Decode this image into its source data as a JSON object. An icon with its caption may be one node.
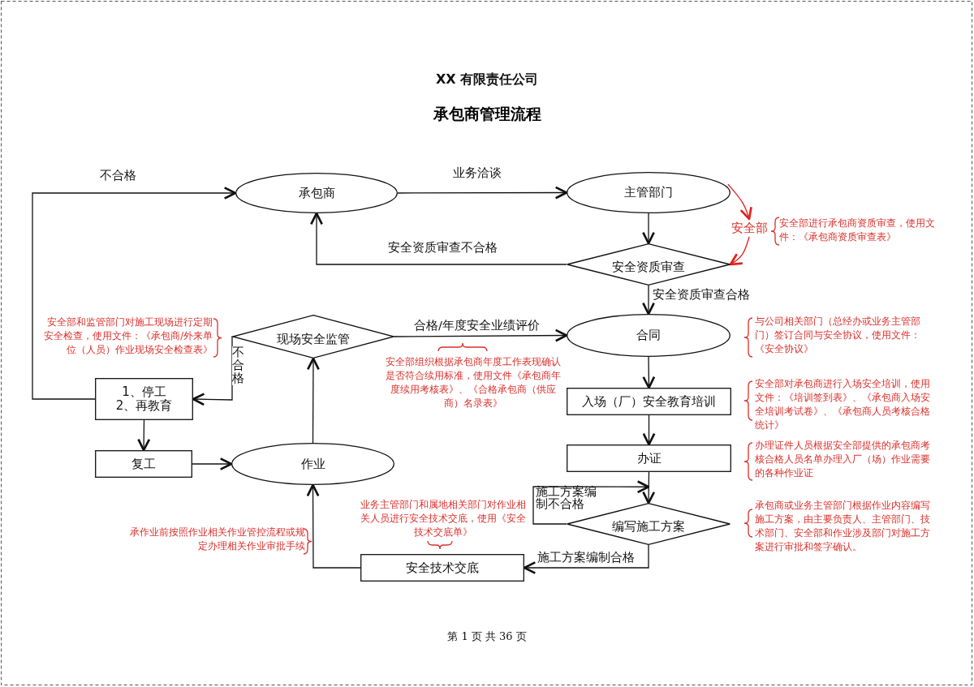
{
  "diagram": {
    "title": "承包商管理流程",
    "nodes": [
      {
        "text": [
          "承包商"
        ]
      },
      {
        "text": [
          "主管部门"
        ]
      },
      {
        "text": [
          "安全部"
        ],
        "beside": [
          "安全部进行承包商资质审查，使用文件：《承包商资质审查表》"
        ]
      },
      {
        "text": [
          "安全资质审查"
        ]
      },
      {
        "text": [
          "合同"
        ],
        "beside": [
          "与公司相关部门（总经办或业务主管部门）签订合同与安全协议，使用文件：《安全协议》"
        ]
      },
      {
        "text": [
          "现场安全监管"
        ],
        "beside": [
          "安全部和监管部门对施工现场进行定期安全检查，使用文件：《承包商/外来单位（人员）作业现场安全检查表》"
        ]
      },
      {
        "text": [
          "1、停工 2、再教育"
        ]
      },
      {
        "text": [
          "入场（厂）安全教育培训"
        ],
        "beside": [
          "安全部对承包商进行入场安全培训，使用文件：《培训签到表》、《承包商入场安全培训考试卷》、《承包商人员考核合格统计》"
        ]
      },
      {
        "text": [
          "复工"
        ]
      },
      {
        "text": [
          "作业"
        ]
      },
      {
        "text": [
          "办证"
        ],
        "beside": [
          "办理证件人员根据安全部提供的承包商考核合格人员名单办理入厂（场）作业需要的各种作业证"
        ]
      },
      {
        "text": [
          "编写施工方案"
        ],
        "beside": [
          "承包商或业务主管部门根据作业内容编写施工方案，由主要负责人、主管部门、技术部门、安全部和作业涉及部门对施工方案进行审批和签字确认。"
        ]
      },
      {
        "text": [
          "安全技术交底"
        ],
        "beside": [
          "业务主管部门和属地相关部门对作业相关人员进行安全技术交底，使用《安全技术交底单》"
        ]
      }
    ],
    "edges": [
      {
        "from": 0,
        "to": 1,
        "arrow": "to",
        "label": "业务洽谈"
      },
      {
        "from": 1,
        "to": 3,
        "arrow": "to"
      },
      {
        "from": 1,
        "to": 2,
        "arrow": "to",
        "color": "#e0201c"
      },
      {
        "from": 2,
        "to": 3,
        "arrow": "to",
        "color": "#e0201c"
      },
      {
        "from": 3,
        "to": 0,
        "arrow": "to",
        "label": "安全资质审查不合格"
      },
      {
        "from": 3,
        "to": 4,
        "arrow": "to",
        "label": "安全资质审查合格"
      },
      {
        "from": 5,
        "to": 4,
        "arrow": "to",
        "label": "合格/年度安全业绩评价"
      },
      {
        "from": 5,
        "to": 6,
        "arrow": "to",
        "label": "不合格"
      },
      {
        "from": 6,
        "to": 0,
        "arrow": "to",
        "label": "不合格"
      },
      {
        "from": 6,
        "to": 8,
        "arrow": "to"
      },
      {
        "from": 8,
        "to": 9,
        "arrow": "to"
      },
      {
        "from": 9,
        "to": 5,
        "arrow": "to"
      },
      {
        "from": 4,
        "to": 7,
        "arrow": "to"
      },
      {
        "from": 7,
        "to": 10,
        "arrow": "to"
      },
      {
        "from": 10,
        "to": 11,
        "arrow": "to"
      },
      {
        "from": 11,
        "to": 11,
        "arrow": "to",
        "label": "施工方案编制不合格"
      },
      {
        "from": 11,
        "to": 12,
        "arrow": "to",
        "label": "施工方案编制合格"
      },
      {
        "from": 12,
        "to": 9,
        "arrow": "to"
      }
    ],
    "labels": [
      "XX 有限责任公司",
      "安全部组织根据承包商年度工作表现确认是否符合续用标准，使用文件《承包商年度续用考核表》、《合格承包商（供应商）名录表》",
      "承作业前按照作业相关作业管控流程或规定办理相关作业审批手续",
      "第 1 页 共 36 页"
    ]
  }
}
